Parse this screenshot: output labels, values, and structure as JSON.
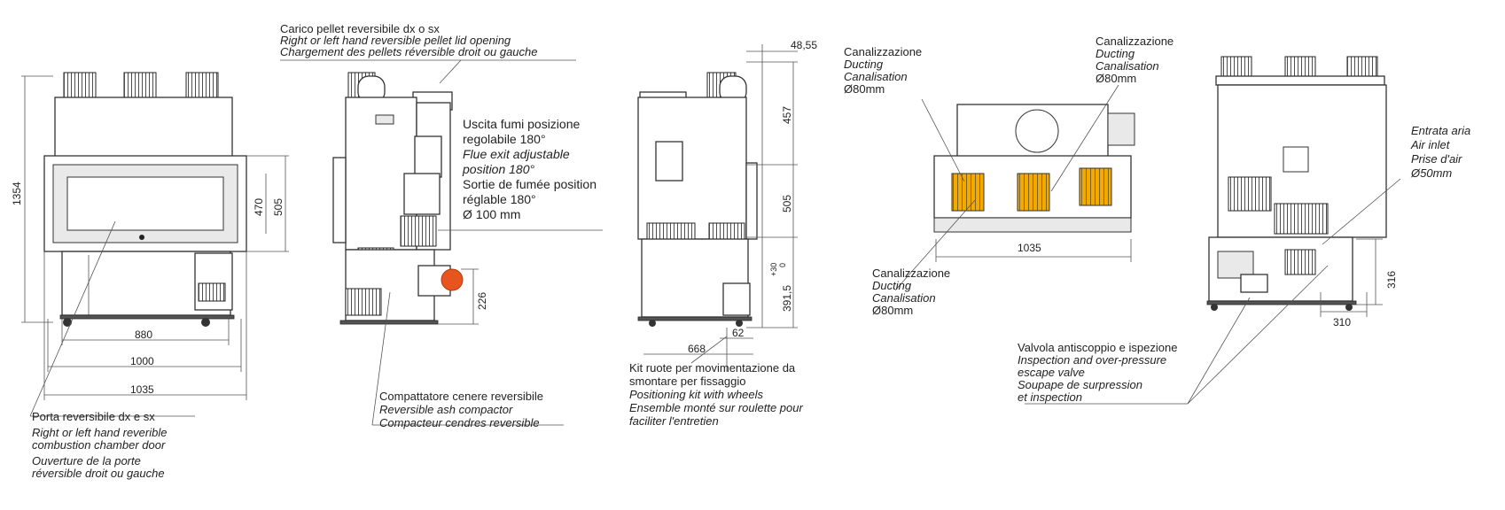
{
  "labels": {
    "door": {
      "it": "Porta reversibile dx e sx",
      "en1": "Right or left hand reverible",
      "en2": "combustion chamber door",
      "fr1": "Ouverture de la porte",
      "fr2": "réversible droit ou gauche"
    },
    "pellet": {
      "it": "Carico pellet reversibile dx o sx",
      "en": "Right or left hand reversible pellet lid opening",
      "fr": "Chargement des pellets réversible droit ou gauche"
    },
    "flue": {
      "it1": "Uscita fumi posizione",
      "it2": "regolabile 180°",
      "en1": "Flue exit adjustable",
      "en2": "position 180°",
      "fr1": "Sortie de fumée position",
      "fr2": "réglable 180°",
      "dia": "Ø 100 mm"
    },
    "ash": {
      "it": "Compattatore cenere reversibile",
      "en": "Reversible ash compactor",
      "fr": "Compacteur cendres reversible"
    },
    "wheels": {
      "it1": "Kit ruote per movimentazione da",
      "it2": "smontare per fissaggio",
      "en": "Positioning kit with wheels",
      "fr1": "Ensemble monté sur roulette pour",
      "fr2": "faciliter l'entretien"
    },
    "duct_a": {
      "it": "Canalizzazione",
      "en": "Ducting",
      "fr": "Canalisation",
      "dia": "Ø80mm"
    },
    "duct_b": {
      "it": "Canalizzazione",
      "en": "Ducting",
      "fr": "Canalisation",
      "dia": "Ø80mm"
    },
    "duct_c": {
      "it": "Canalizzazione",
      "en": "Ducting",
      "fr": "Canalisation",
      "dia": "Ø80mm"
    },
    "air": {
      "it": "Entrata aria",
      "en": "Air inlet",
      "fr": "Prise d'air",
      "dia": "Ø50mm"
    },
    "valve": {
      "it": "Valvola antiscoppio e ispezione",
      "en1": "Inspection and over-pressure",
      "en2": "escape valve",
      "fr1": "Soupape de surpression",
      "fr2": "et inspection"
    }
  },
  "dimensions": {
    "front_height": "1354",
    "front_glass_h": "470",
    "front_frame_h": "505",
    "front_w880": "880",
    "front_w1000": "1000",
    "front_w1035": "1035",
    "flue_height": "226",
    "side_top": "48,55",
    "side_457": "457",
    "side_505": "505",
    "side_3915": "391,5",
    "side_tol_plus": "+30",
    "side_tol_zero": "0",
    "side_62": "62",
    "side_668": "668",
    "top_1035": "1035",
    "rear_316": "316",
    "rear_310": "310"
  },
  "colors": {
    "line": "#333333",
    "flue_marker": "#e8541e",
    "duct_orange": "#f2a900"
  }
}
